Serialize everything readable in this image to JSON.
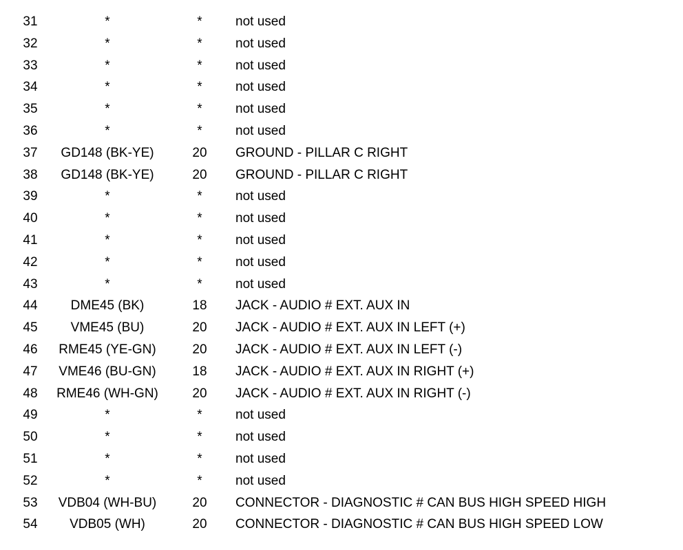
{
  "rows": [
    {
      "pin": "31",
      "wire": "*",
      "gauge": "*",
      "function": "not used"
    },
    {
      "pin": "32",
      "wire": "*",
      "gauge": "*",
      "function": "not used"
    },
    {
      "pin": "33",
      "wire": "*",
      "gauge": "*",
      "function": "not used"
    },
    {
      "pin": "34",
      "wire": "*",
      "gauge": "*",
      "function": "not used"
    },
    {
      "pin": "35",
      "wire": "*",
      "gauge": "*",
      "function": "not used"
    },
    {
      "pin": "36",
      "wire": "*",
      "gauge": "*",
      "function": "not used"
    },
    {
      "pin": "37",
      "wire": "GD148 (BK-YE)",
      "gauge": "20",
      "function": "GROUND - PILLAR C RIGHT"
    },
    {
      "pin": "38",
      "wire": "GD148 (BK-YE)",
      "gauge": "20",
      "function": "GROUND - PILLAR C RIGHT"
    },
    {
      "pin": "39",
      "wire": "*",
      "gauge": "*",
      "function": "not used"
    },
    {
      "pin": "40",
      "wire": "*",
      "gauge": "*",
      "function": "not used"
    },
    {
      "pin": "41",
      "wire": "*",
      "gauge": "*",
      "function": "not used"
    },
    {
      "pin": "42",
      "wire": "*",
      "gauge": "*",
      "function": "not used"
    },
    {
      "pin": "43",
      "wire": "*",
      "gauge": "*",
      "function": "not used"
    },
    {
      "pin": "44",
      "wire": "DME45 (BK)",
      "gauge": "18",
      "function": "JACK - AUDIO # EXT. AUX IN"
    },
    {
      "pin": "45",
      "wire": "VME45 (BU)",
      "gauge": "20",
      "function": "JACK - AUDIO # EXT. AUX IN LEFT (+)"
    },
    {
      "pin": "46",
      "wire": "RME45 (YE-GN)",
      "gauge": "20",
      "function": "JACK - AUDIO # EXT. AUX IN LEFT (-)"
    },
    {
      "pin": "47",
      "wire": "VME46 (BU-GN)",
      "gauge": "18",
      "function": "JACK - AUDIO # EXT. AUX IN RIGHT (+)"
    },
    {
      "pin": "48",
      "wire": "RME46 (WH-GN)",
      "gauge": "20",
      "function": "JACK - AUDIO # EXT. AUX IN RIGHT (-)"
    },
    {
      "pin": "49",
      "wire": "*",
      "gauge": "*",
      "function": "not used"
    },
    {
      "pin": "50",
      "wire": "*",
      "gauge": "*",
      "function": "not used"
    },
    {
      "pin": "51",
      "wire": "*",
      "gauge": "*",
      "function": "not used"
    },
    {
      "pin": "52",
      "wire": "*",
      "gauge": "*",
      "function": "not used"
    },
    {
      "pin": "53",
      "wire": "VDB04 (WH-BU)",
      "gauge": "20",
      "function": "CONNECTOR - DIAGNOSTIC # CAN BUS HIGH SPEED HIGH"
    },
    {
      "pin": "54",
      "wire": "VDB05 (WH)",
      "gauge": "20",
      "function": "CONNECTOR - DIAGNOSTIC # CAN BUS HIGH SPEED LOW"
    }
  ]
}
